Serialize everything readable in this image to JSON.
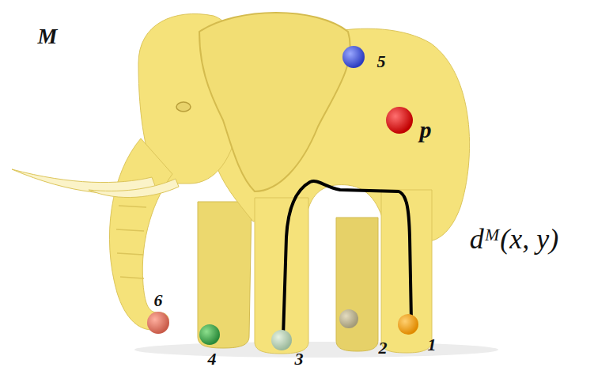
{
  "diagram": {
    "labels": [
      "M",
      "5",
      "p",
      "6",
      "4",
      "3",
      "2",
      "1",
      "dᴹ(x, y)"
    ]
  }
}
